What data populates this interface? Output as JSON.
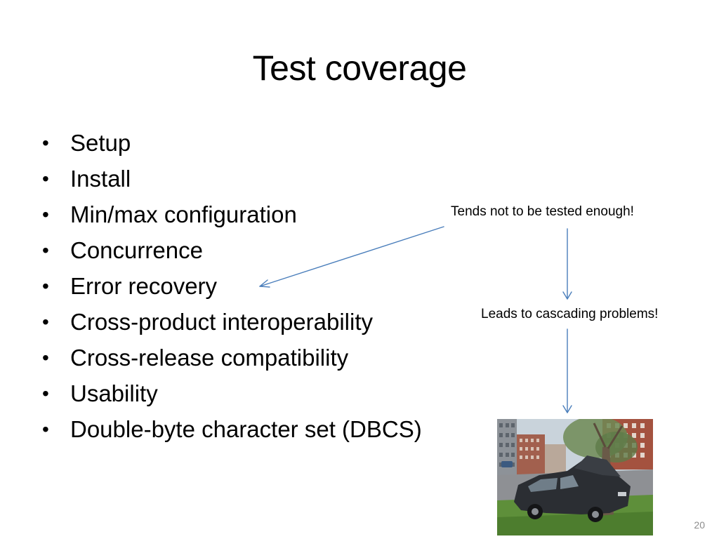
{
  "slide": {
    "title": "Test coverage",
    "bullet_char": "•",
    "bullets": [
      "Setup",
      "Install",
      "Min/max configuration",
      "Concurrence",
      "Error recovery",
      "Cross-product interoperability",
      "Cross-release compatibility",
      "Usability",
      "Double-byte character set (DBCS)"
    ],
    "annotations": {
      "not_tested": "Tends not to be tested enough!",
      "cascading": "Leads to cascading problems!"
    },
    "page_number": "20",
    "colors": {
      "arrow": "#4a7ebb",
      "text": "#000000",
      "page_number": "#8c8c8c"
    },
    "photo": {
      "subject": "wrecked car crashed into a tree on a city street"
    }
  }
}
